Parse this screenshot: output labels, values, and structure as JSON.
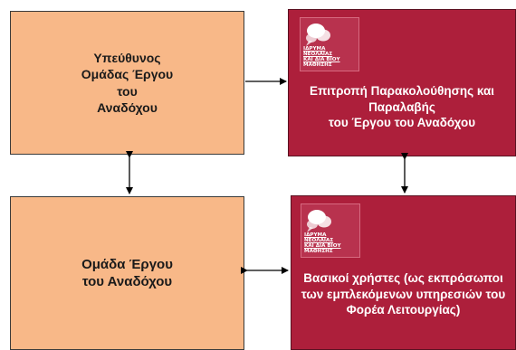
{
  "boxes": {
    "project_lead": "Υπεύθυνος\nΟμάδας Έργου\nτου\nΑναδόχου",
    "monitoring_committee": "Επιτροπή Παρακολούθησης και\nΠαραλαβής\nτου Έργου του Αναδόχου",
    "project_team": "Ομάδα Έργου\nτου Αναδόχου",
    "key_users": "Βασικοί χρήστες (ως εκπρόσωποι\nτων εμπλεκόμενων υπηρεσιών του\nΦορέα Λειτουργίας)"
  },
  "logo": {
    "line1": "ΙΔΡΥΜΑ",
    "line2": "ΝΕΟΛΑΙΑΣ",
    "line3": "ΚΑΙ ΔΙΑ ΒΙΟΥ",
    "line4": "ΜΑΘΗΣΗΣ"
  },
  "colors": {
    "contractor_box": "#f8b888",
    "authority_box": "#ad1f3b",
    "logo_background": "#b8324e",
    "connector": "#000000"
  },
  "icons": {
    "logo": "speech-bubbles-logo",
    "arrow": "arrow-head"
  }
}
